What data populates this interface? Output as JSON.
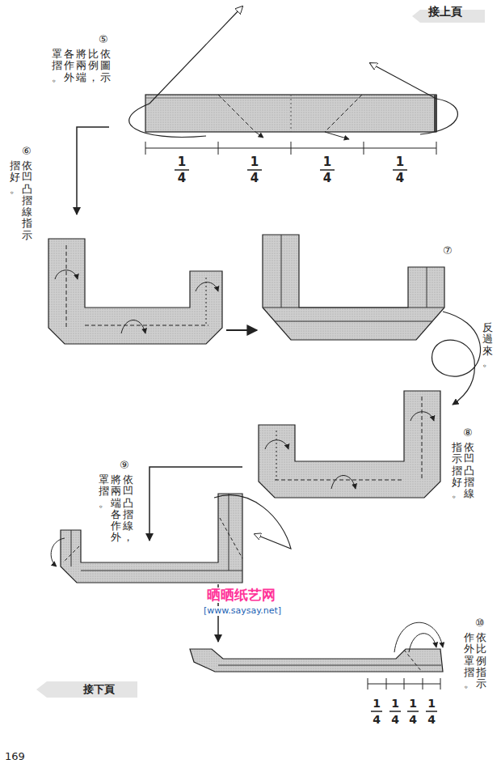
{
  "diagram": {
    "labels": [
      "接上頁",
      "⑤",
      "依圖示比例，將兩端各作外罩摺。",
      "1",
      "4",
      "1",
      "4",
      "1",
      "4",
      "1",
      "4",
      "⑥",
      "依凹凸摺線指示摺好。",
      "⑦",
      "反過來。",
      "⑧",
      "依凹凸摺線指示摺好。",
      "⑨",
      "依凹凸摺線，將兩端各作外罩摺。",
      "晒晒纸艺网",
      "[www.saysay.net]",
      "⑩",
      "依比例指示作外罩摺。",
      "1",
      "4",
      "1",
      "4",
      "1",
      "4",
      "1",
      "4",
      "接下頁",
      "169"
    ]
  }
}
